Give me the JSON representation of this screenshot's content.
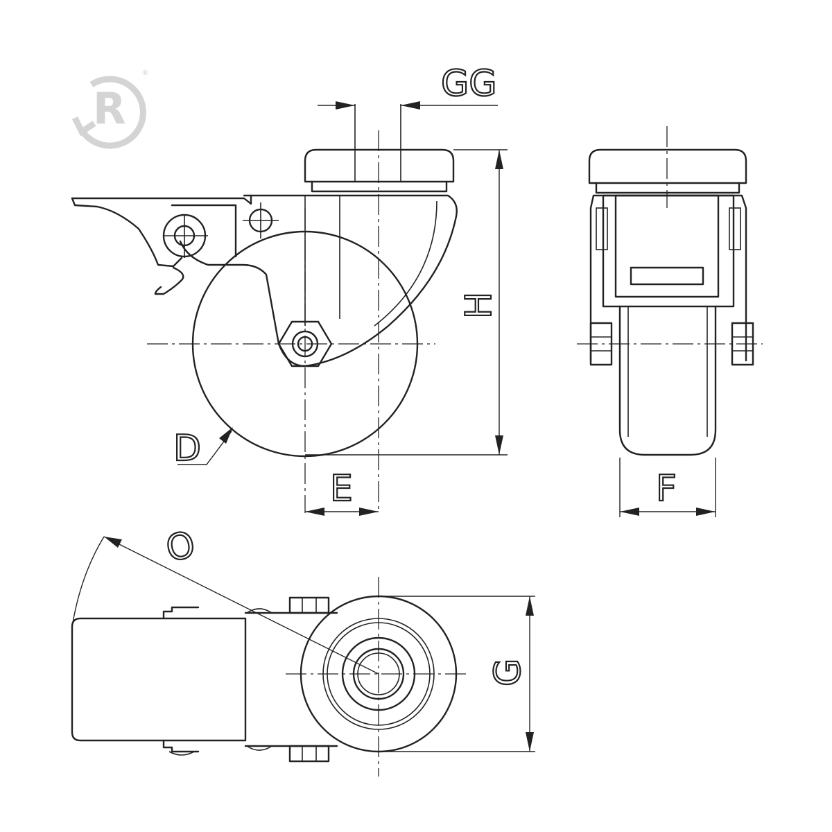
{
  "logo": {
    "letter": "R",
    "registered_mark": "®"
  },
  "dimensions": {
    "gg": "GG",
    "h": "H",
    "d": "D",
    "e": "E",
    "f": "F",
    "o": "O",
    "g": "G"
  }
}
